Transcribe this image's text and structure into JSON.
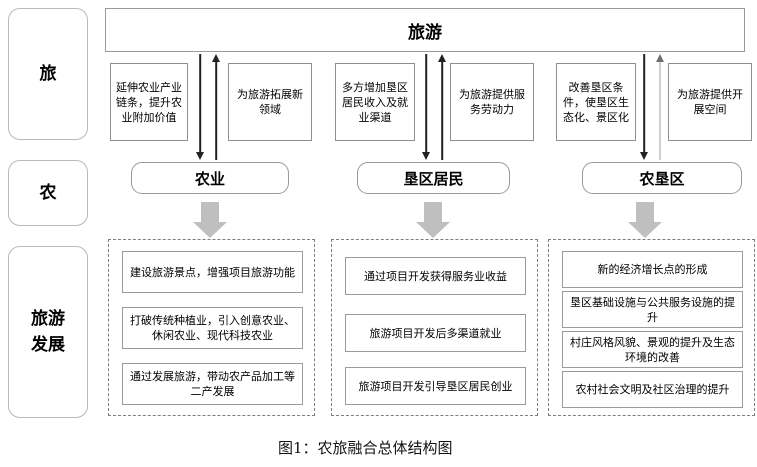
{
  "figure": {
    "caption": "图1：农旅融合总体结构图"
  },
  "stages": [
    {
      "label": "旅"
    },
    {
      "label": "农"
    },
    {
      "label_line1": "旅游",
      "label_line2": "发展"
    }
  ],
  "banner": {
    "title": "旅游"
  },
  "columns": [
    {
      "entity": "农业",
      "note_left": "延伸农业产业链条，提升农业附加价值",
      "note_right": "为旅游拓展新领域",
      "results": [
        "建设旅游景点，增强项目旅游功能",
        "打破传统种植业，引入创意农业、休闲农业、现代科技农业",
        "通过发展旅游，带动农产品加工等二产发展"
      ]
    },
    {
      "entity": "垦区居民",
      "note_left": "多方增加垦区居民收入及就业渠道",
      "note_right": "为旅游提供服务劳动力",
      "results": [
        "通过项目开发获得服务业收益",
        "旅游项目开发后多渠道就业",
        "旅游项目开发引导垦区居民创业"
      ]
    },
    {
      "entity": "农垦区",
      "note_left": "改善垦区条件，使垦区生态化、景区化",
      "note_right": "为旅游提供开展空间",
      "results": [
        "新的经济增长点的形成",
        "垦区基础设施与公共服务设施的提升",
        "村庄风格风貌、景观的提升及生态环境的改善",
        "农村社会文明及社区治理的提升"
      ]
    }
  ],
  "colors": {
    "line": "#222222",
    "light_line": "#9f9f9f",
    "block_arrow": "#bfbfbf",
    "box_border": "#9a9a9a",
    "dashed_border": "#7d7d7d",
    "background": "#ffffff"
  },
  "icons": {
    "down_arrow": "down-arrow-icon",
    "up_arrow": "up-arrow-icon",
    "block_down_arrow": "block-down-arrow-icon"
  }
}
